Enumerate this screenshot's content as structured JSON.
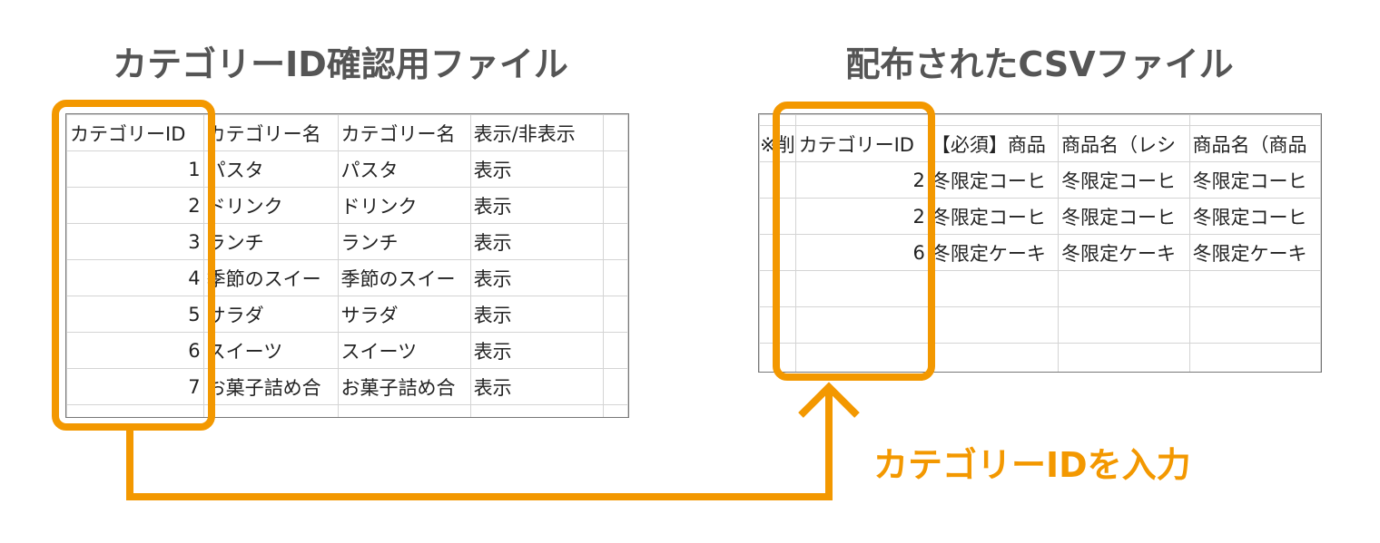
{
  "left": {
    "title": "カテゴリーID確認用ファイル",
    "headers": [
      "カテゴリーID",
      "カテゴリー名",
      "カテゴリー名",
      "表示/非表示",
      ""
    ],
    "rows": [
      [
        "1",
        "パスタ",
        "パスタ",
        "表示"
      ],
      [
        "2",
        "ドリンク",
        "ドリンク",
        "表示"
      ],
      [
        "3",
        "ランチ",
        "ランチ",
        "表示"
      ],
      [
        "4",
        "季節のスイー",
        "季節のスイー",
        "表示"
      ],
      [
        "5",
        "サラダ",
        "サラダ",
        "表示"
      ],
      [
        "6",
        "スイーツ",
        "スイーツ",
        "表示"
      ],
      [
        "7",
        "お菓子詰め合",
        "お菓子詰め合",
        "表示"
      ]
    ]
  },
  "right": {
    "title": "配布されたCSVファイル",
    "headers": [
      "※削",
      "カテゴリーID",
      "【必須】商品",
      "商品名（レシ",
      "商品名（商品"
    ],
    "rows": [
      [
        "",
        "2",
        "冬限定コーヒ",
        "冬限定コーヒ",
        "冬限定コーヒ"
      ],
      [
        "",
        "2",
        "冬限定コーヒ",
        "冬限定コーヒ",
        "冬限定コーヒ"
      ],
      [
        "",
        "6",
        "冬限定ケーキ",
        "冬限定ケーキ",
        "冬限定ケーキ"
      ]
    ]
  },
  "callout": "カテゴリーIDを入力",
  "colors": {
    "accent": "#f39800",
    "title": "#555555",
    "grid": "#d4d4d4"
  }
}
